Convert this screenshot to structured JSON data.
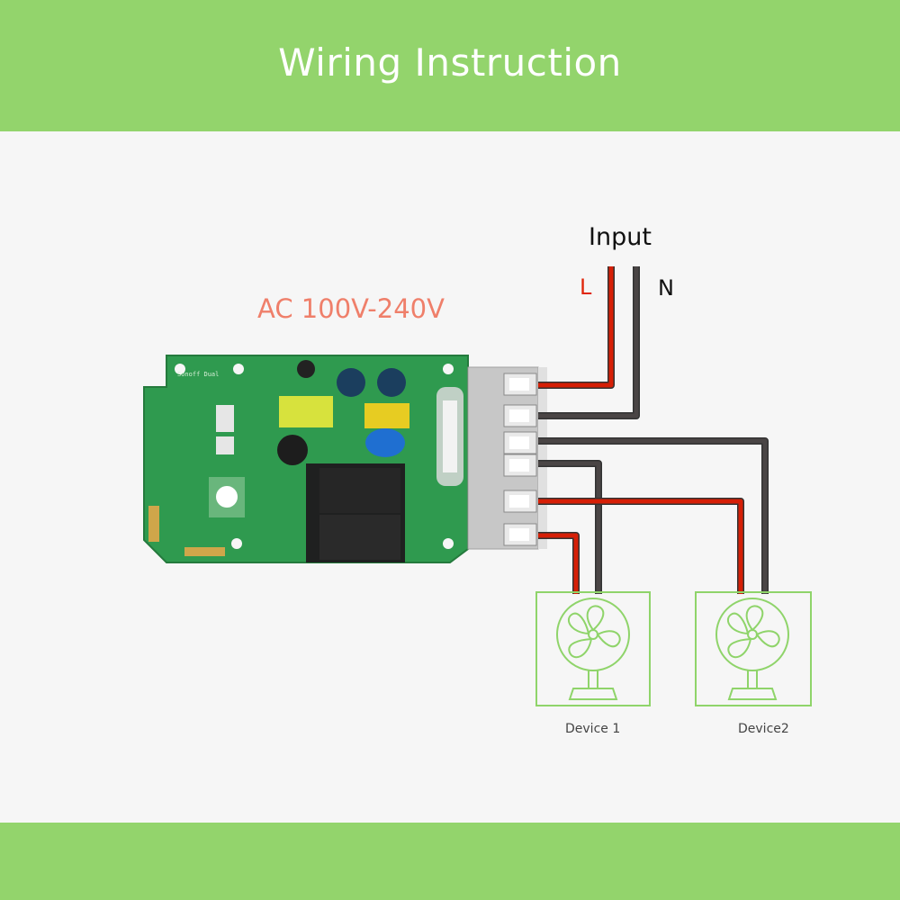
{
  "header": {
    "title": "Wiring Instruction"
  },
  "board": {
    "voltage_label": "AC 100V-240V",
    "silk_text": "Sonoff Dual"
  },
  "input": {
    "label": "Input",
    "line_label": "L",
    "neutral_label": "N"
  },
  "devices": [
    {
      "label": "Device 1"
    },
    {
      "label": "Device2"
    }
  ],
  "colors": {
    "band": "#93d46c",
    "line_wire": "#d61f06",
    "neutral_wire": "#4a4545",
    "device_outline": "#8fd46a",
    "board": "#2e9a4e",
    "voltage_text": "#ef7f6a"
  }
}
